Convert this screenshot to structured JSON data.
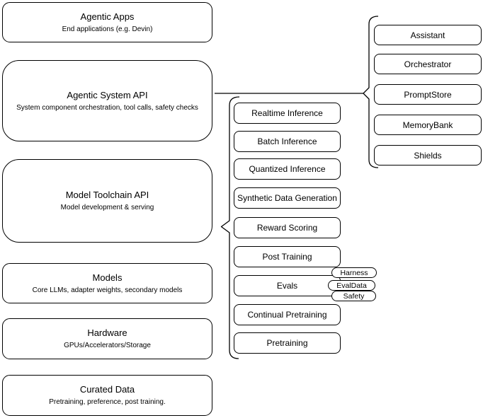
{
  "diagram": {
    "title_hint": "Agentic system stack diagram",
    "colors": {
      "stroke": "#000000",
      "background": "#ffffff"
    },
    "left_stack": [
      {
        "title": "Agentic Apps",
        "subtitle": "End applications (e.g. Devin)"
      },
      {
        "title": "Agentic System API",
        "subtitle": "System component orchestration, tool calls, safety checks"
      },
      {
        "title": "Model Toolchain API",
        "subtitle": "Model development & serving"
      },
      {
        "title": "Models",
        "subtitle": "Core LLMs, adapter weights, secondary models"
      },
      {
        "title": "Hardware",
        "subtitle": "GPUs/Accelerators/Storage"
      },
      {
        "title": "Curated Data",
        "subtitle": "Pretraining, preference, post training."
      }
    ],
    "toolchain_group": {
      "items": [
        "Realtime Inference",
        "Batch Inference",
        "Quantized Inference",
        "Synthetic Data Generation",
        "Reward Scoring",
        "Post Training",
        "Evals",
        "Continual Pretraining",
        "Pretraining"
      ],
      "evals_tags": [
        "Harness",
        "EvalData",
        "Safety"
      ]
    },
    "system_group": {
      "items": [
        "Assistant",
        "Orchestrator",
        "PromptStore",
        "MemoryBank",
        "Shields"
      ]
    }
  }
}
